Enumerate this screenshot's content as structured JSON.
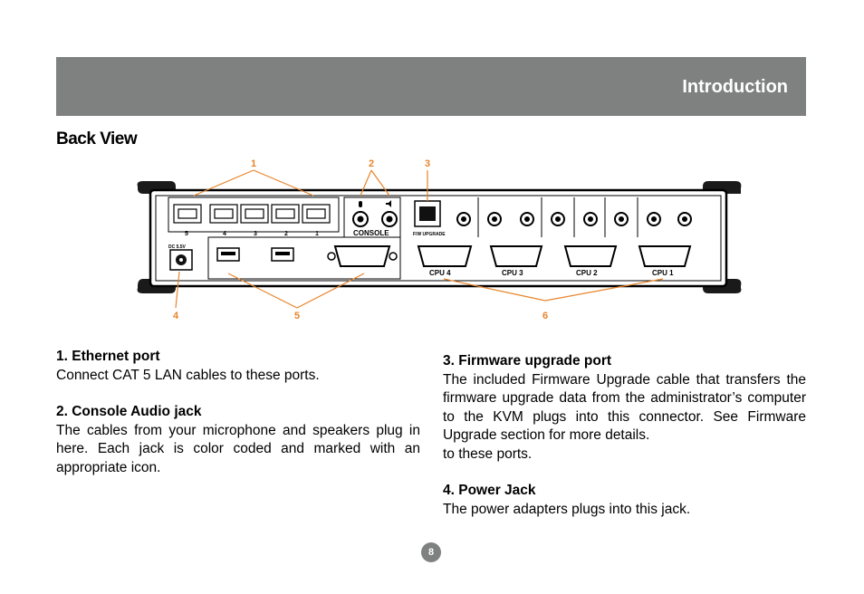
{
  "header": {
    "title": "Introduction"
  },
  "section": {
    "title": "Back View"
  },
  "diagram": {
    "callouts": [
      "1",
      "2",
      "3",
      "4",
      "5",
      "6"
    ],
    "labels": {
      "console": "CONSOLE",
      "fw_upgrade": "F/W UPGRADE",
      "power": "DC 5.5V",
      "cpu4": "CPU 4",
      "cpu3": "CPU 3",
      "cpu2": "CPU 2",
      "cpu1": "CPU 1",
      "port_nums": [
        "5",
        "4",
        "3",
        "2",
        "1"
      ]
    },
    "callout_color": "#e8842a"
  },
  "content": {
    "left": [
      {
        "heading": "1. Ethernet port",
        "body": "Connect CAT 5 LAN cables to these ports."
      },
      {
        "heading": "2. Console Audio jack",
        "body": "The cables from your microphone and speakers plug in here. Each jack is color coded and marked with an appropriate icon."
      }
    ],
    "right": [
      {
        "heading": "3. Firmware upgrade port",
        "body": "The included Firmware Upgrade cable that transfers the firmware upgrade data from the administrator’s computer to the KVM plugs into this connector. See Firmware Upgrade section for more details.",
        "body2": "to these ports."
      },
      {
        "heading": "4. Power Jack",
        "body": "The power adapters plugs into this jack."
      }
    ]
  },
  "footer": {
    "page_number": "8"
  }
}
